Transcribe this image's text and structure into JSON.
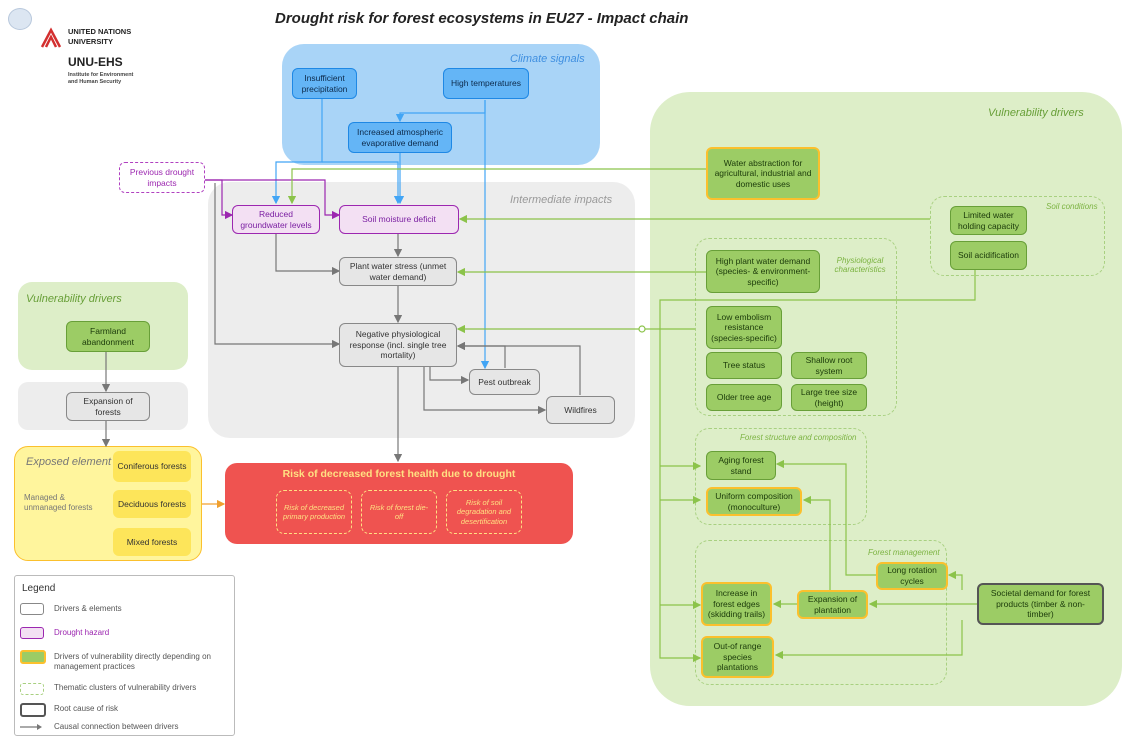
{
  "title": "Drought risk for forest ecosystems in EU27 - Impact chain",
  "logo": {
    "org_line1": "UNITED NATIONS",
    "org_line2": "UNIVERSITY",
    "short": "UNU-EHS",
    "sub_line1": "Institute for Environment",
    "sub_line2": "and Human Security"
  },
  "regions": {
    "climate_signals": "Climate signals",
    "intermediate_impacts": "Intermediate impacts",
    "vulnerability_right": "Vulnerability drivers",
    "vulnerability_left": "Vulnerability drivers",
    "exposed_element": "Exposed element",
    "exposed_sub": "Managed & unmanaged forests"
  },
  "clusters": {
    "soil_conditions": "Soil conditions",
    "physiological": "Physiological characteristics",
    "forest_structure": "Forest structure and composition",
    "forest_management": "Forest management"
  },
  "nodes": {
    "insufficient_precip": "Insufficient precipitation",
    "high_temp": "High temperatures",
    "evaporative_demand": "Increased atmospheric evaporative demand",
    "previous_drought": "Previous drought impacts",
    "reduced_groundwater": "Reduced groundwater levels",
    "soil_moisture": "Soil moisture deficit",
    "plant_water_stress": "Plant water stress (unmet water demand)",
    "negative_physio": "Negative physiological response (incl. single tree mortality)",
    "pest_outbreak": "Pest outbreak",
    "wildfires": "Wildfires",
    "water_abstraction": "Water abstraction for agricultural, industrial and domestic uses",
    "limited_water": "Limited water holding capacity",
    "soil_acid": "Soil acidification",
    "high_plant_water": "High plant water demand (species- & environment-specific)",
    "low_embolism": "Low embolism resistance (species-specific)",
    "tree_status": "Tree status",
    "shallow_root": "Shallow root system",
    "older_tree": "Older tree age",
    "large_tree": "Large tree size (height)",
    "aging_forest": "Aging forest stand",
    "uniform_comp": "Uniform composition (monoculture)",
    "long_rotation": "Long rotation cycles",
    "increase_edges": "Increase in forest edges (skidding trails)",
    "expansion_plantation": "Expansion of plantation",
    "out_of_range": "Out-of range species plantations",
    "societal_demand": "Societal demand for forest products (timber & non-timber)",
    "farmland_abandon": "Farmland abandonment",
    "expansion_forests": "Expansion of forests",
    "coniferous": "Coniferous forests",
    "deciduous": "Deciduous forests",
    "mixed": "Mixed forests"
  },
  "risk": {
    "title": "Risk of decreased forest health due to drought",
    "sub1": "Risk of decreased primary production",
    "sub2": "Risk of forest die-off",
    "sub3": "Risk of soil degradation and desertification"
  },
  "legend": {
    "title": "Legend",
    "items": [
      "Drivers & elements",
      "Drought hazard",
      "Drivers of vulnerability directly depending on management practices",
      "Thematic clusters of vulnerability drivers",
      "Root cause of risk",
      "Causal connection between drivers"
    ]
  },
  "colors": {
    "climate_bg": "#a9d4f7",
    "intermediate_bg": "#ededed",
    "vulnerability_bg": "#ddeec8",
    "exposed_bg": "#fff59d",
    "risk": "#ef5350",
    "arrow_grey": "#777777",
    "arrow_blue": "#42a5f5",
    "arrow_green": "#8bc34a",
    "arrow_purple": "#9c27b0",
    "arrow_orange": "#f0a030"
  }
}
